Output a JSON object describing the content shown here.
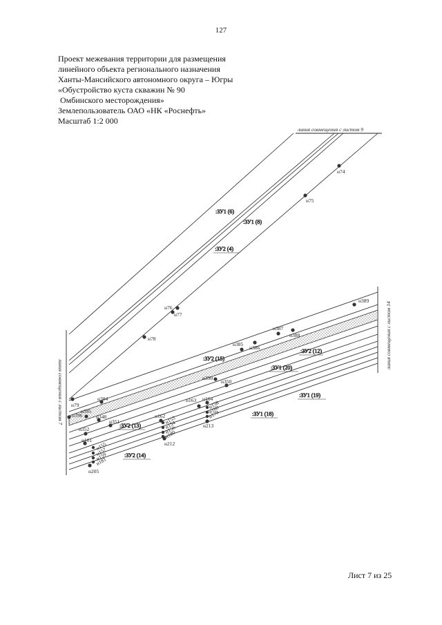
{
  "page_number": "127",
  "title_lines": [
    "Проект межевания территории для размещения",
    "линейного объекта регионального назначения",
    "Ханты-Мансийского автономного округа – Югры",
    "«Обустройство куста скважин № 90",
    " Омбинского месторождения»",
    "Землепользователь ОАО «НК «Роснефть»",
    "Масштаб 1:2 000"
  ],
  "match_lines": {
    "top": "линия совмещения с листом 9",
    "right": "линия совмещения с листом 14",
    "left": "линия совмещения с листом 7"
  },
  "parcels": {
    "zu1_6": ":ЗУ1 (6)",
    "zu1_8": ":ЗУ1 (8)",
    "zu2_4": ":ЗУ2 (4)",
    "zu2_15": ":ЗУ2 (15)",
    "zu2_12": ":ЗУ2 (12)",
    "zu1_20": ":ЗУ1 (20)",
    "zu1_19": ":ЗУ1 (19)",
    "zu1_18": ":ЗУ1 (18)",
    "zu2_13": ":ЗУ2 (13)",
    "zu2_14": ":ЗУ2 (14)"
  },
  "points": {
    "n74": "н74",
    "n75": "н75",
    "n76": "н76",
    "n77": "н77",
    "n78": "н78",
    "n79": "н79",
    "n389": "н389",
    "n387": "н387",
    "n388": "н388",
    "n385": "н385",
    "n386": "н386",
    "n390": "н390",
    "n350": "н350",
    "n384": "н384",
    "n396": "н396",
    "n395": "н395",
    "n348": "н348",
    "n351": "н351",
    "n352": "н352",
    "n163": "н163",
    "n164": "н164",
    "n162": "н162",
    "n161": "н161",
    "n212": "н212",
    "n213": "н213",
    "n205": "н205",
    "n153": "н153",
    "n154": "н154",
    "n155": "н155",
    "n156": "н156",
    "n157": "н157",
    "n158": "н158",
    "n159": "н159",
    "n160": "н160",
    "n179": "н179",
    "n180": "н180",
    "n181": "н181"
  },
  "footer": "Лист 7 из 25"
}
